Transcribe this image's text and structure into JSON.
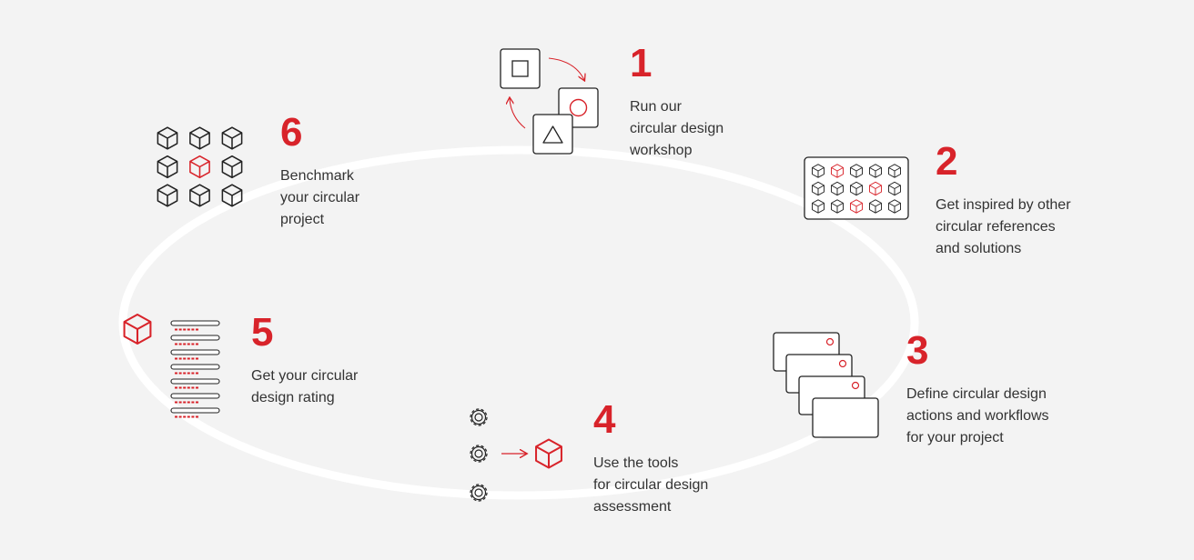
{
  "colors": {
    "accent": "#d8232a",
    "ink": "#222222",
    "text": "#333333",
    "ring": "#ffffff",
    "background": "#f3f3f3"
  },
  "steps": [
    {
      "number": "1",
      "text": "Run our\ncircular design\nworkshop",
      "icon": "workshop-shapes-icon"
    },
    {
      "number": "2",
      "text": "Get inspired by other\ncircular references\nand solutions",
      "icon": "reference-library-icon"
    },
    {
      "number": "3",
      "text": "Define circular design\nactions and workflows\nfor your project",
      "icon": "workflow-cards-icon"
    },
    {
      "number": "4",
      "text": "Use the tools\nfor circular design\nassessment",
      "icon": "assessment-tools-icon"
    },
    {
      "number": "5",
      "text": "Get your circular\ndesign rating",
      "icon": "rating-list-icon"
    },
    {
      "number": "6",
      "text": "Benchmark\nyour circular\nproject",
      "icon": "benchmark-grid-icon"
    }
  ],
  "icon_details": {
    "library_highlight_cells": [
      [
        0,
        1
      ],
      [
        1,
        3
      ],
      [
        2,
        2
      ]
    ],
    "benchmark_highlight_cells": [
      [
        1,
        1
      ]
    ]
  }
}
